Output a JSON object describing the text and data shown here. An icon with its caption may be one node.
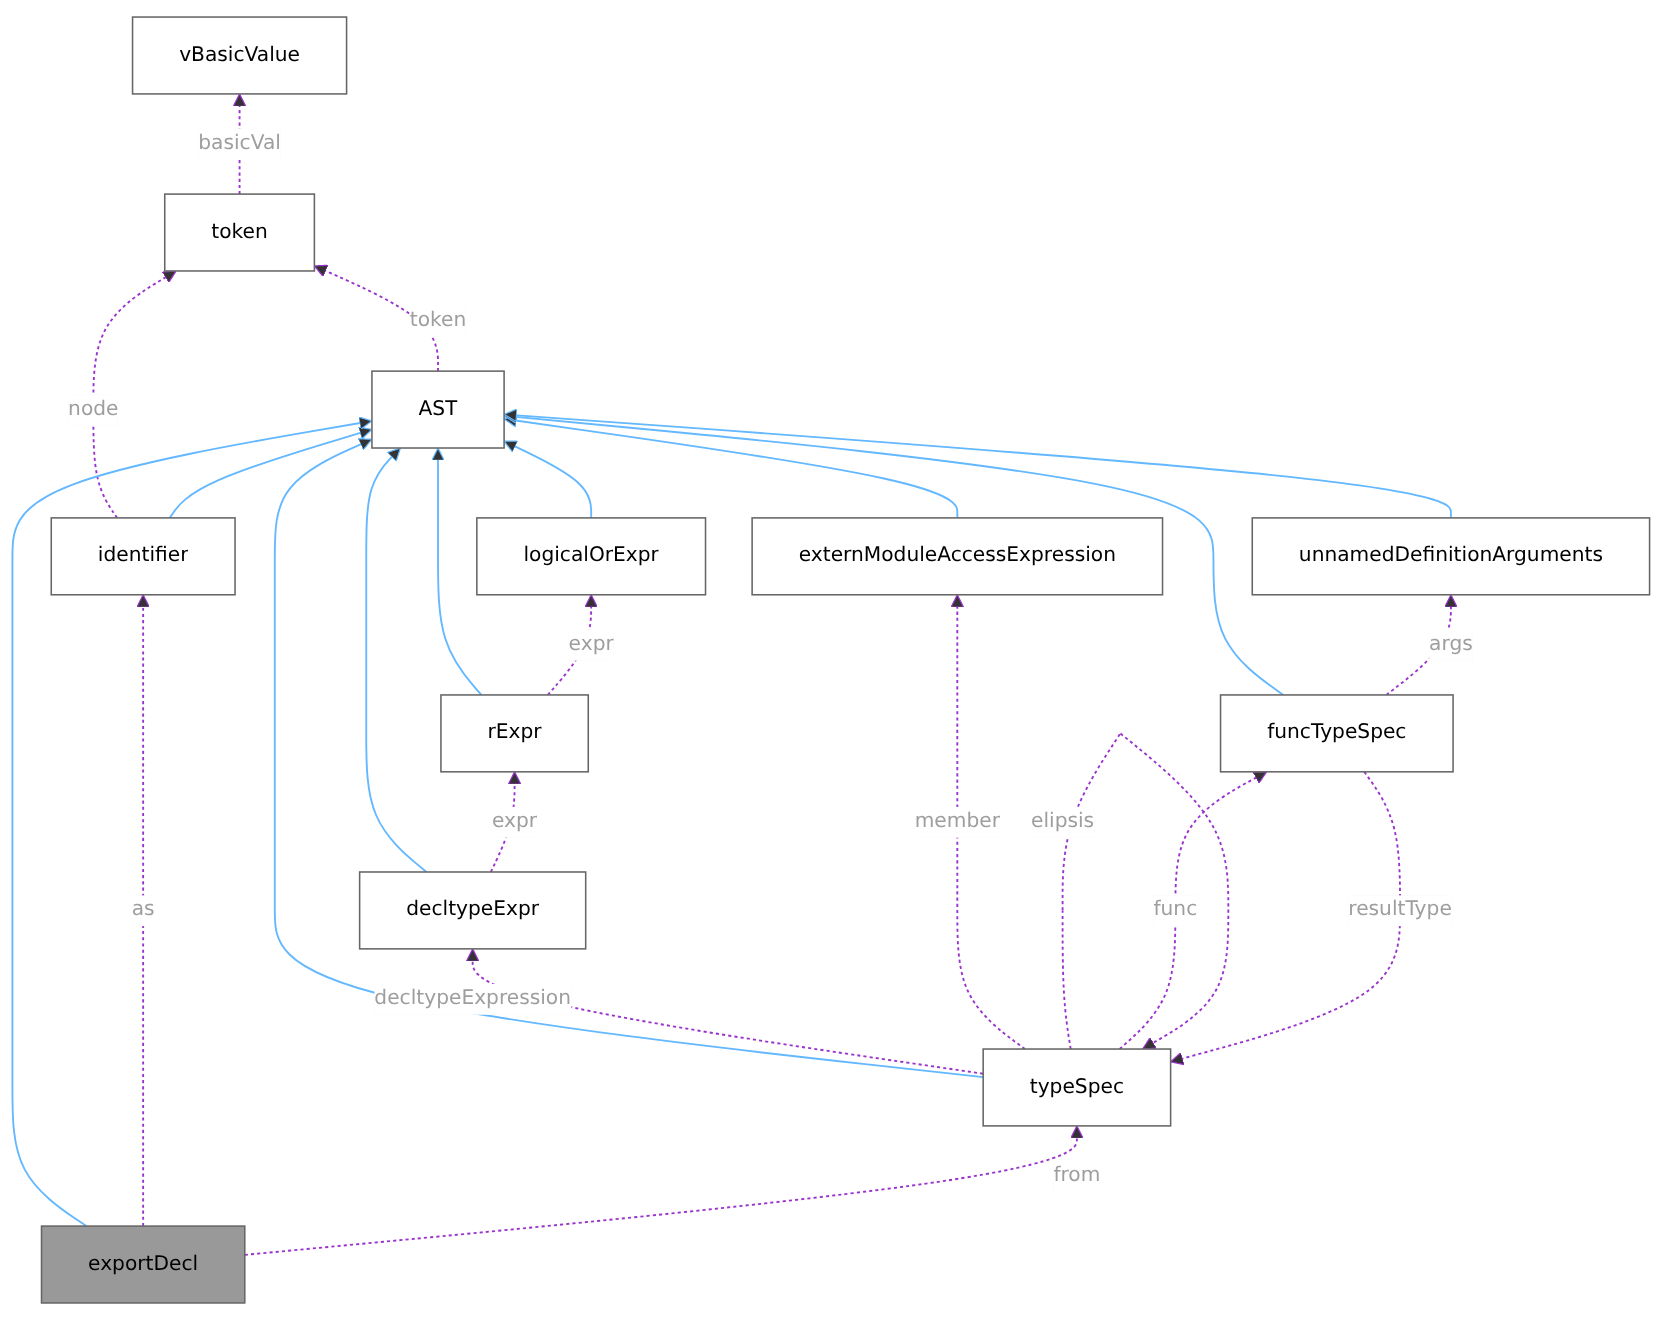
{
  "diagram": {
    "nodes": [
      {
        "text": [
          "vBasicValue"
        ]
      },
      {
        "text": [
          "token"
        ]
      },
      {
        "text": [
          "AST"
        ]
      },
      {
        "text": [
          "identifier"
        ]
      },
      {
        "text": [
          "logicalOrExpr"
        ]
      },
      {
        "text": [
          "unnamedDefinitionArguments"
        ]
      },
      {
        "text": [
          "rExpr"
        ]
      },
      {
        "text": [
          "externModuleAccessExpression"
        ]
      },
      {
        "text": [
          "decltypeExpr"
        ]
      },
      {
        "text": [
          "typeSpec"
        ]
      },
      {
        "text": [
          "exportDecl"
        ]
      },
      {
        "text": [
          "funcTypeSpec"
        ]
      }
    ],
    "edges": [
      {
        "from": 1,
        "to": 0,
        "arrow": "to",
        "label": "basicVal",
        "style": "dashed"
      },
      {
        "from": 2,
        "to": 1,
        "arrow": "to",
        "label": "token",
        "style": "dashed"
      },
      {
        "from": 3,
        "to": 1,
        "arrow": "to",
        "label": "node",
        "style": "dashed"
      },
      {
        "from": 3,
        "to": 2,
        "arrow": "to",
        "color": "#63b8ff"
      },
      {
        "from": 4,
        "to": 2,
        "arrow": "to",
        "color": "#63b8ff"
      },
      {
        "from": 6,
        "to": 2,
        "arrow": "to",
        "color": "#63b8ff"
      },
      {
        "from": 7,
        "to": 2,
        "arrow": "to",
        "color": "#63b8ff"
      },
      {
        "from": 8,
        "to": 2,
        "arrow": "to",
        "color": "#63b8ff"
      },
      {
        "from": 9,
        "to": 2,
        "arrow": "to",
        "color": "#63b8ff"
      },
      {
        "from": 10,
        "to": 2,
        "arrow": "to",
        "color": "#63b8ff"
      },
      {
        "from": 11,
        "to": 2,
        "arrow": "to",
        "color": "#63b8ff"
      },
      {
        "from": 5,
        "to": 2,
        "arrow": "to",
        "color": "#63b8ff"
      },
      {
        "from": 6,
        "to": 4,
        "arrow": "to",
        "label": "expr",
        "style": "dashed"
      },
      {
        "from": 8,
        "to": 6,
        "arrow": "to",
        "label": "expr",
        "style": "dashed"
      },
      {
        "from": 9,
        "to": 8,
        "arrow": "to",
        "label": "decltypeExpression",
        "style": "dashed"
      },
      {
        "from": 9,
        "to": 7,
        "arrow": "to",
        "label": "member",
        "style": "dashed"
      },
      {
        "from": 9,
        "to": 9,
        "arrow": "to",
        "label": "elipsis",
        "style": "dashed"
      },
      {
        "from": 10,
        "to": 3,
        "arrow": "to",
        "label": "as",
        "style": "dashed"
      },
      {
        "from": 10,
        "to": 9,
        "arrow": "to",
        "label": "from",
        "style": "dashed"
      },
      {
        "from": 9,
        "to": 11,
        "arrow": "to",
        "label": "func",
        "style": "dashed"
      },
      {
        "from": 11,
        "to": 9,
        "arrow": "to",
        "label": "resultType",
        "style": "dashed"
      },
      {
        "from": 11,
        "to": 5,
        "arrow": "to",
        "label": "args",
        "style": "dashed"
      }
    ]
  }
}
